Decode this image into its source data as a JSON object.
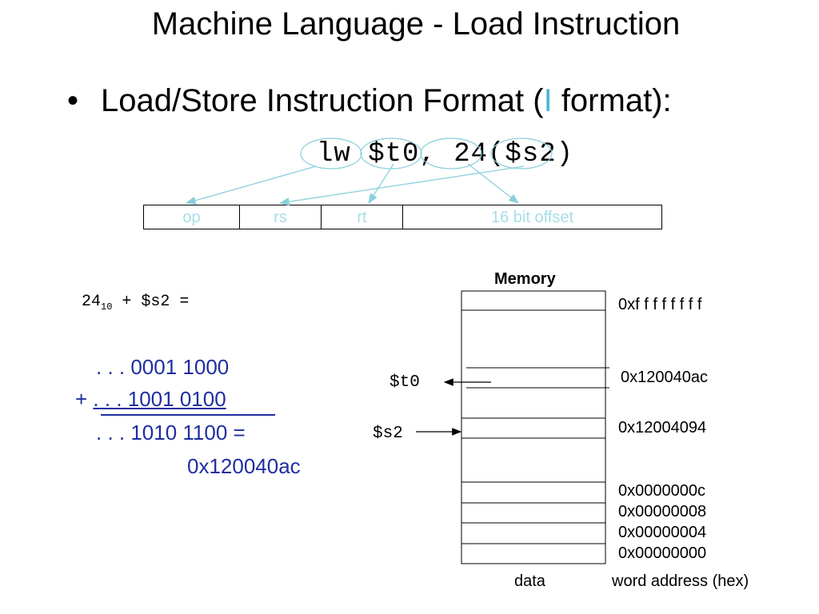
{
  "title": "Machine Language - Load Instruction",
  "bullet": {
    "before": "Load/Store Instruction Format (",
    "highlight": "I",
    "after": " format):"
  },
  "instruction": "lw $t0, 24($s2)",
  "format_fields": [
    "op",
    "rs",
    "rt",
    "16 bit offset"
  ],
  "calc": {
    "sum_base": "24",
    "sum_sub": "10",
    "sum_rest": " + $s2 =",
    "line1": ". . . 0001 1000",
    "line2_op": "+ ",
    "line2": ". . . 1001 0100",
    "line3": ". . . 1010 1100 =",
    "result": "0x120040ac"
  },
  "memory": {
    "title": "Memory",
    "addresses": [
      "0xf f f f f f f f",
      "0x120040ac",
      "0x12004094",
      "0x0000000c",
      "0x00000008",
      "0x00000004",
      "0x00000000"
    ],
    "reg_t0": "$t0",
    "reg_s2": "$s2",
    "caption_data": "data",
    "caption_addr": "word address (hex)"
  },
  "colors": {
    "field_text": "#a6dde6",
    "arrow": "#8ccfdc",
    "calc_text": "#1f2ea0",
    "highlight": "#4fb6d2"
  }
}
